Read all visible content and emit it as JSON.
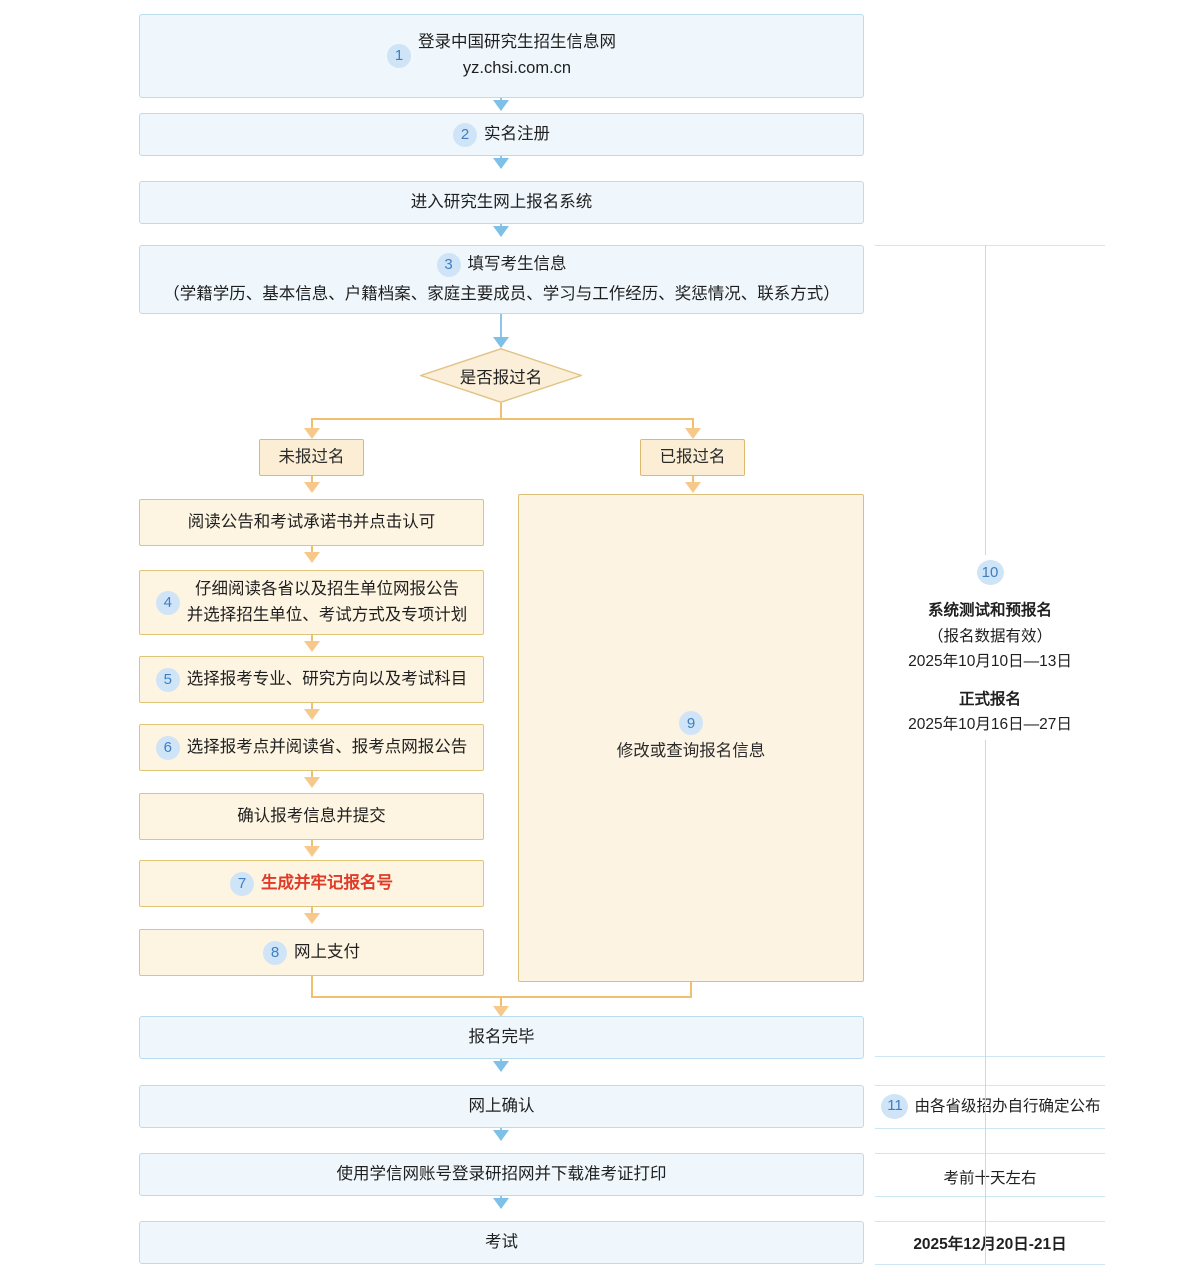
{
  "flow": {
    "nodes": {
      "login": {
        "number": "1",
        "line1": "登录中国研究生招生信息网",
        "line2": "yz.chsi.com.cn"
      },
      "register": {
        "number": "2",
        "label": "实名注册"
      },
      "enter_system": {
        "label": "进入研究生网上报名系统"
      },
      "fill_info": {
        "number": "3",
        "line1": "填写考生信息",
        "line2": "（学籍学历、基本信息、户籍档案、家庭主要成员、学习与工作经历、奖惩情况、联系方式）"
      },
      "decision": {
        "label": "是否报过名"
      },
      "branch_no": {
        "label": "未报过名"
      },
      "branch_yes": {
        "label": "已报过名"
      },
      "read_notice": {
        "label": "阅读公告和考试承诺书并点击认可"
      },
      "read_province": {
        "number": "4",
        "line1": "仔细阅读各省以及招生单位网报公告",
        "line2": "并选择招生单位、考试方式及专项计划"
      },
      "select_major": {
        "number": "5",
        "label": "选择报考专业、研究方向以及考试科目"
      },
      "select_site": {
        "number": "6",
        "label": "选择报考点并阅读省、报考点网报公告"
      },
      "confirm_submit": {
        "label": "确认报考信息并提交"
      },
      "generate_number": {
        "number": "7",
        "label": "生成并牢记报名号"
      },
      "online_pay": {
        "number": "8",
        "label": "网上支付"
      },
      "modify_query": {
        "number": "9",
        "label": "修改或查询报名信息"
      },
      "signup_done": {
        "label": "报名完毕"
      },
      "online_confirm": {
        "label": "网上确认"
      },
      "download_ticket": {
        "label": "使用学信网账号登录研招网并下载准考证打印"
      },
      "exam": {
        "label": "考试"
      }
    }
  },
  "timeline": {
    "schedule": {
      "number": "10",
      "title1": "系统测试和预报名",
      "note1": "（报名数据有效）",
      "date1": "2025年10月10日—13日",
      "title2": "正式报名",
      "date2": "2025年10月16日—27日"
    },
    "confirm_note": {
      "number": "11",
      "label": "由各省级招办自行确定公布"
    },
    "ticket_note": {
      "label": "考前十天左右"
    },
    "exam_note": {
      "label": "2025年12月20日-21日"
    }
  },
  "colors": {
    "blue_fill": "#eff7fc",
    "blue_border": "#b9dcee",
    "blue_arrow": "#7fc0e8",
    "orange_fill": "#fdf4e2",
    "orange_border": "#e0c478",
    "orange_arrow": "#f6c98a",
    "badge_fill": "#cfe4f7",
    "badge_text": "#3d7fc1",
    "emphasis_text": "#e03a28"
  }
}
